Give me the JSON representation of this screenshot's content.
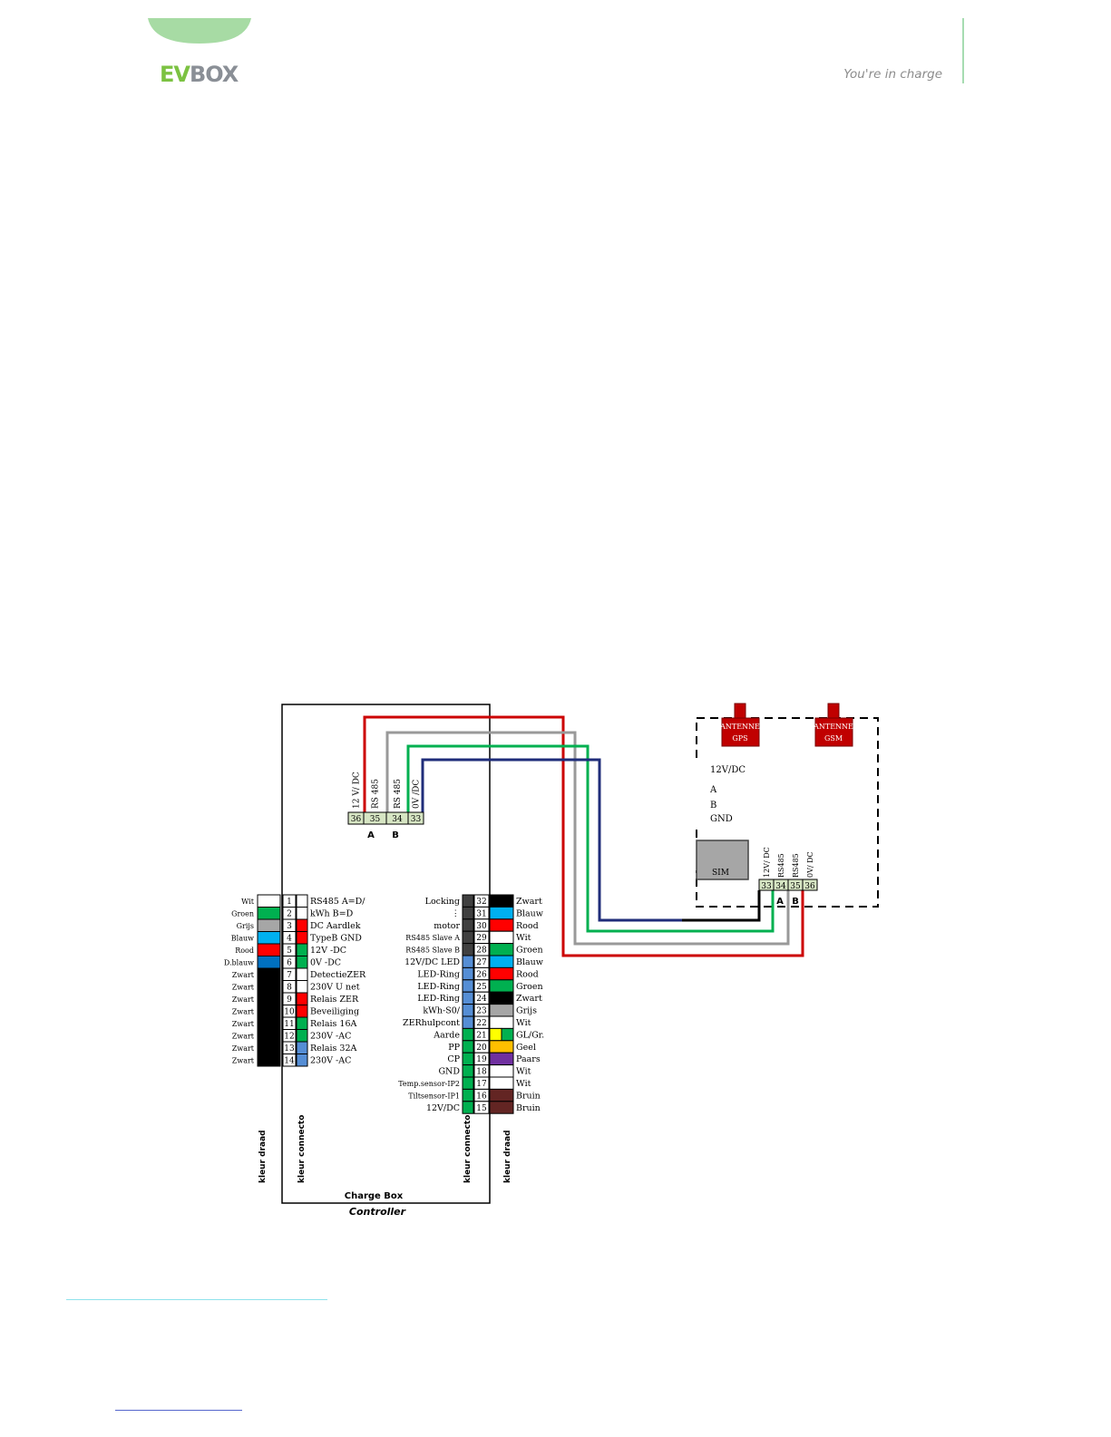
{
  "header": {
    "logo_ev": "EV",
    "logo_box": "BOX",
    "tagline": "You're in charge"
  },
  "colors": {
    "brand_green": "#7cc242",
    "arc_green": "#a7dba4",
    "wire_red": "#cc0000",
    "wire_gray": "#999999",
    "wire_green": "#00b050",
    "wire_navy": "#1f2d7a",
    "terminal_green": "#d6e5c3",
    "antenna_red": "#c00000"
  },
  "diagram": {
    "controller": {
      "title": "Charge Box",
      "subtitle": "Controller",
      "top_terminals": [
        {
          "num": "36",
          "label": "12 V/ DC"
        },
        {
          "num": "35",
          "label": "RS 485"
        },
        {
          "num": "34",
          "label": "RS 485"
        },
        {
          "num": "33",
          "label": "0V /DC"
        }
      ],
      "top_ab": [
        "A",
        "B"
      ],
      "left_pins": [
        {
          "num": "1",
          "wire": "Wit",
          "wire_color": "#ffffff",
          "conn_color": "#ffffff",
          "func": "RS485 A=D/"
        },
        {
          "num": "2",
          "wire": "Groen",
          "wire_color": "#00b050",
          "conn_color": "#ffffff",
          "func": "kWh   B=D"
        },
        {
          "num": "3",
          "wire": "Grijs",
          "wire_color": "#a6a6a6",
          "conn_color": "#ff0000",
          "func": "DC Aardlek"
        },
        {
          "num": "4",
          "wire": "Blauw",
          "wire_color": "#00b0f0",
          "conn_color": "#ff0000",
          "func": "TypeB GND"
        },
        {
          "num": "5",
          "wire": "Rood",
          "wire_color": "#ff0000",
          "conn_color": "#00b050",
          "func": "12V -DC"
        },
        {
          "num": "6",
          "wire": "D.blauw",
          "wire_color": "#0070c0",
          "conn_color": "#00b050",
          "func": "0V -DC"
        },
        {
          "num": "7",
          "wire": "Zwart",
          "wire_color": "#000000",
          "conn_color": "#ffffff",
          "func": "DetectieZER"
        },
        {
          "num": "8",
          "wire": "Zwart",
          "wire_color": "#000000",
          "conn_color": "#ffffff",
          "func": "230V U net"
        },
        {
          "num": "9",
          "wire": "Zwart",
          "wire_color": "#000000",
          "conn_color": "#ff0000",
          "func": "Relais ZER"
        },
        {
          "num": "10",
          "wire": "Zwart",
          "wire_color": "#000000",
          "conn_color": "#ff0000",
          "func": "Beveiliging"
        },
        {
          "num": "11",
          "wire": "Zwart",
          "wire_color": "#000000",
          "conn_color": "#00b050",
          "func": "Relais 16A"
        },
        {
          "num": "12",
          "wire": "Zwart",
          "wire_color": "#000000",
          "conn_color": "#00b050",
          "func": "230V -AC"
        },
        {
          "num": "13",
          "wire": "Zwart",
          "wire_color": "#000000",
          "conn_color": "#558ed5",
          "func": "Relais 32A"
        },
        {
          "num": "14",
          "wire": "Zwart",
          "wire_color": "#000000",
          "conn_color": "#558ed5",
          "func": "230V -AC"
        }
      ],
      "right_pins": [
        {
          "num": "32",
          "func": "Locking",
          "conn_color": "#404040",
          "wire": "Zwart",
          "wire_color": "#000000"
        },
        {
          "num": "31",
          "func": "⋮",
          "conn_color": "#404040",
          "wire": "Blauw",
          "wire_color": "#00b0f0"
        },
        {
          "num": "30",
          "func": "motor",
          "conn_color": "#404040",
          "wire": "Rood",
          "wire_color": "#ff0000"
        },
        {
          "num": "29",
          "func": "RS485 Slave A",
          "conn_color": "#404040",
          "wire": "Wit",
          "wire_color": "#ffffff"
        },
        {
          "num": "28",
          "func": "RS485 Slave B",
          "conn_color": "#404040",
          "wire": "Groen",
          "wire_color": "#00b050"
        },
        {
          "num": "27",
          "func": "12V/DC LED",
          "conn_color": "#558ed5",
          "wire": "Blauw",
          "wire_color": "#00b0f0"
        },
        {
          "num": "26",
          "func": "LED-Ring",
          "conn_color": "#558ed5",
          "wire": "Rood",
          "wire_color": "#ff0000"
        },
        {
          "num": "25",
          "func": "LED-Ring",
          "conn_color": "#558ed5",
          "wire": "Groen",
          "wire_color": "#00b050"
        },
        {
          "num": "24",
          "func": "LED-Ring",
          "conn_color": "#558ed5",
          "wire": "Zwart",
          "wire_color": "#000000"
        },
        {
          "num": "23",
          "func": "kWh-S0/",
          "conn_color": "#558ed5",
          "wire": "Grijs",
          "wire_color": "#a6a6a6"
        },
        {
          "num": "22",
          "func": "ZERhulpcont",
          "conn_color": "#558ed5",
          "wire": "Wit",
          "wire_color": "#ffffff"
        },
        {
          "num": "21",
          "func": "Aarde",
          "conn_color": "#00b050",
          "wire": "GL/Gr.",
          "wire_color": "#ffff00"
        },
        {
          "num": "20",
          "func": "PP",
          "conn_color": "#00b050",
          "wire": "Geel",
          "wire_color": "#ffc000"
        },
        {
          "num": "19",
          "func": "CP",
          "conn_color": "#00b050",
          "wire": "Paars",
          "wire_color": "#7030a0"
        },
        {
          "num": "18",
          "func": "GND",
          "conn_color": "#00b050",
          "wire": "Wit",
          "wire_color": "#ffffff"
        },
        {
          "num": "17",
          "func": "Temp.sensor-IP2",
          "conn_color": "#00b050",
          "wire": "Wit",
          "wire_color": "#ffffff"
        },
        {
          "num": "16",
          "func": "Tiltsensor-IP1",
          "conn_color": "#00b050",
          "wire": "Bruin",
          "wire_color": "#632523"
        },
        {
          "num": "15",
          "func": "12V/DC",
          "conn_color": "#00b050",
          "wire": "Bruin",
          "wire_color": "#632523"
        }
      ],
      "column_labels": [
        "kleur draad",
        "kleur connecto",
        "kleur connecto",
        "kleur draad"
      ]
    },
    "modem": {
      "antennas": [
        {
          "title": "ANTENNE",
          "sub": "GPS"
        },
        {
          "title": "ANTENNE",
          "sub": "GSM"
        }
      ],
      "io_labels": [
        "12V/DC",
        "A",
        "B",
        "GND"
      ],
      "sim_label": "SIM",
      "terminals": [
        {
          "num": "33",
          "label": "12V/ DC"
        },
        {
          "num": "34",
          "label": "RS485"
        },
        {
          "num": "35",
          "label": "RS485"
        },
        {
          "num": "36",
          "label": "0V/ DC"
        }
      ],
      "ab": [
        "A",
        "B"
      ]
    }
  }
}
